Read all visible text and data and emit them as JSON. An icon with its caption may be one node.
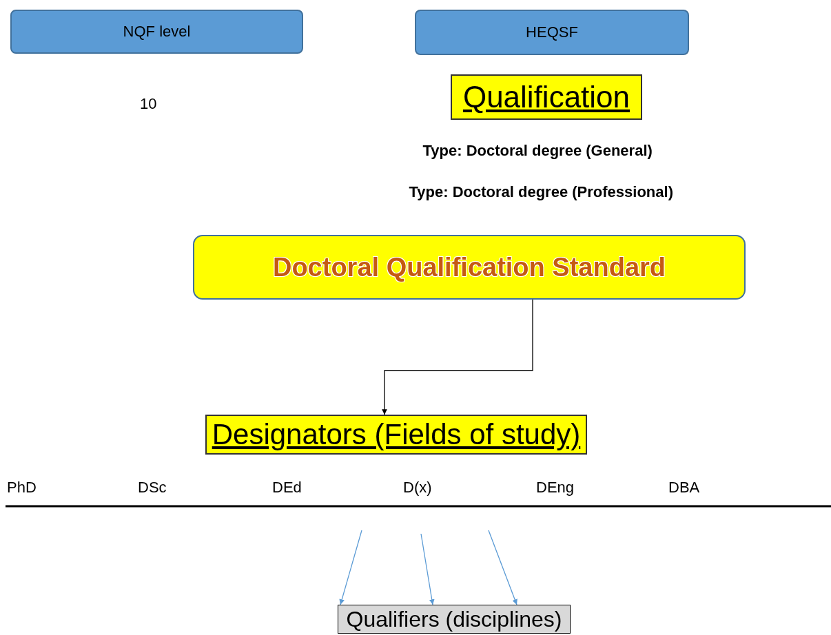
{
  "diagram": {
    "nodes": [
      {
        "text": [
          "NQF level"
        ]
      },
      {
        "text": [
          "HEQSF"
        ]
      },
      {
        "text": [
          "Qualification"
        ]
      },
      {
        "text": [
          "Doctoral Qualification Standard"
        ]
      },
      {
        "text": [
          "Designators (Fields of study)"
        ]
      },
      {
        "text": [
          "Qualifiers (disciplines)"
        ]
      }
    ],
    "edges": [
      {
        "from": 3,
        "to": 4,
        "arrow": "to",
        "color": "#000000"
      },
      {
        "from": null,
        "to": 5,
        "arrow": "to",
        "color": "#5b9bd5"
      },
      {
        "from": null,
        "to": 5,
        "arrow": "to",
        "color": "#5b9bd5"
      },
      {
        "from": null,
        "to": 5,
        "arrow": "to",
        "color": "#5b9bd5"
      }
    ],
    "labels": [
      "10",
      "Type: Doctoral degree (General)",
      "Type: Doctoral degree (Professional)",
      "PhD",
      "DSc",
      "DEd",
      "D(x)",
      "DEng",
      "DBA"
    ]
  }
}
